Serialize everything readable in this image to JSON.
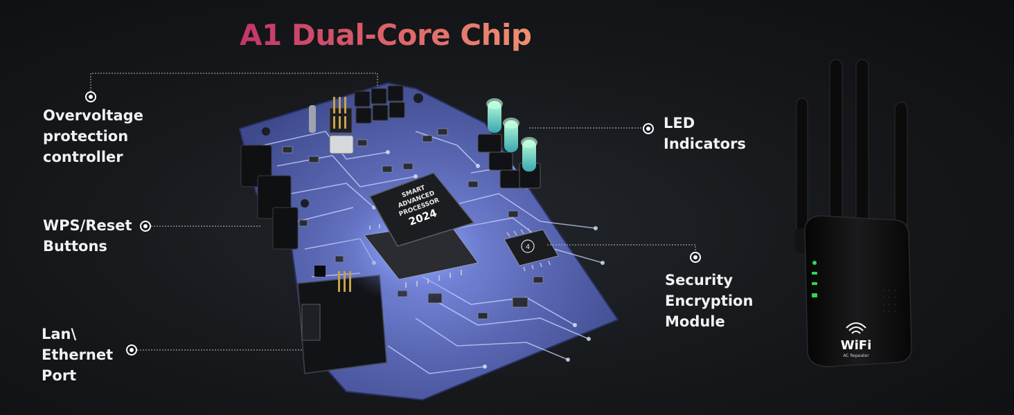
{
  "title": "A1 Dual-Core Chip",
  "labels": {
    "overvoltage": [
      "Overvoltage",
      "protection",
      "controller"
    ],
    "wps": [
      "WPS/Reset",
      "Buttons"
    ],
    "lan": [
      "Lan\\",
      "Ethernet",
      "Port"
    ],
    "led": [
      "LED",
      "Indicators"
    ],
    "security": [
      "Security",
      "Encryption",
      "Module"
    ]
  },
  "chip": {
    "text": [
      "SMART",
      "ADVANCED",
      "PROCESSOR",
      "2024"
    ],
    "small_chip_number": "4"
  },
  "device": {
    "logo": "WiFi",
    "sublogo": "AC Repeater"
  },
  "colors": {
    "title_gradient_start": "#c2356a",
    "title_gradient_end": "#ee8f73",
    "board": "#5a6ab8",
    "board_trace": "#c9d3ff",
    "led_green": "#6cf2a8",
    "device_body": "#0c0c0d"
  }
}
